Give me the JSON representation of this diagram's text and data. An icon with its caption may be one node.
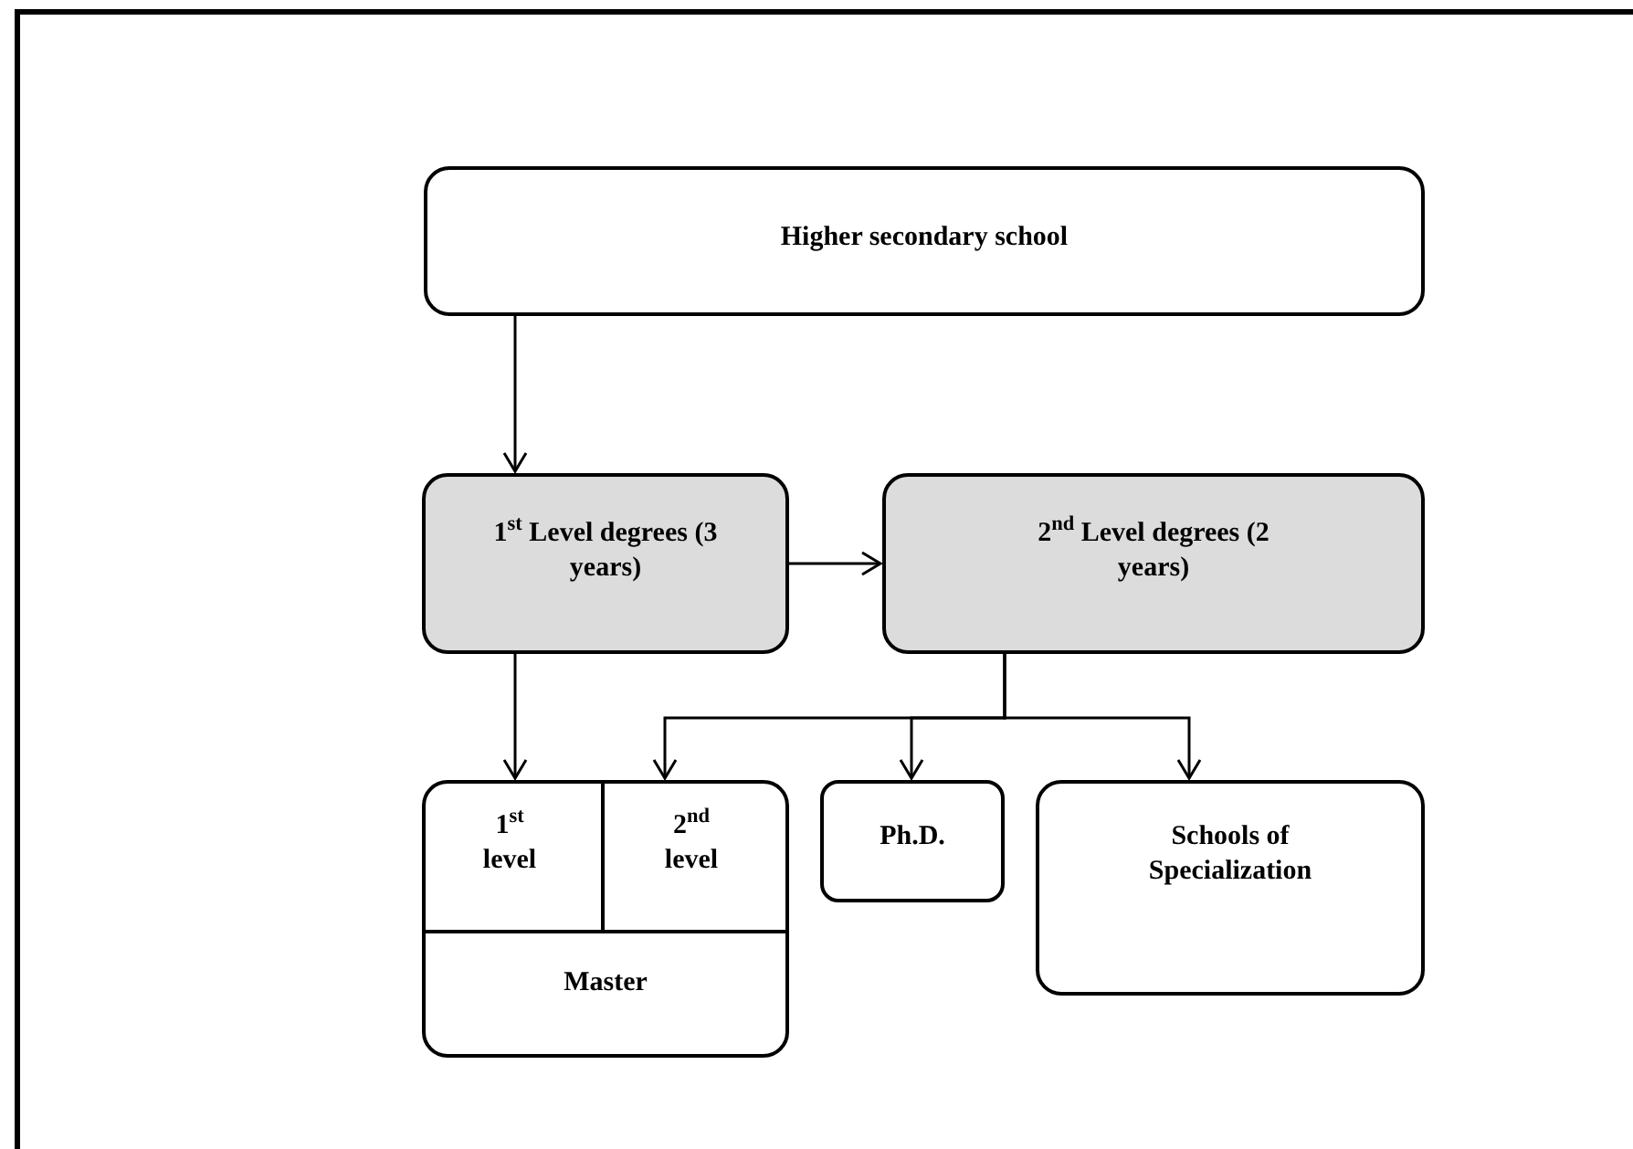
{
  "diagram": {
    "nodes": [
      {
        "text": [
          "Higher secondary school"
        ]
      },
      {
        "text": [
          "1$^{st}$ Level degrees (3 years)"
        ]
      },
      {
        "text": [
          "2$^{nd}$ Level degrees (2 years)"
        ]
      },
      {
        "text": [
          "Master"
        ]
      },
      {
        "text": [
          "1$^{st}$ level"
        ],
        "in": 3
      },
      {
        "text": [
          "2$^{nd}$ level"
        ],
        "in": 3
      },
      {
        "text": [
          "Ph.D."
        ]
      },
      {
        "text": [
          "Schools of Specialization"
        ]
      }
    ],
    "edges": [
      {
        "from": 0,
        "to": 1,
        "arrow": "to"
      },
      {
        "from": 1,
        "to": 2,
        "arrow": "to"
      },
      {
        "from": 1,
        "to": 4,
        "arrow": "to"
      },
      {
        "from": 2,
        "to": 5,
        "arrow": "to"
      },
      {
        "from": 2,
        "to": 6,
        "arrow": "to"
      },
      {
        "from": 2,
        "to": 7,
        "arrow": "to"
      }
    ]
  }
}
